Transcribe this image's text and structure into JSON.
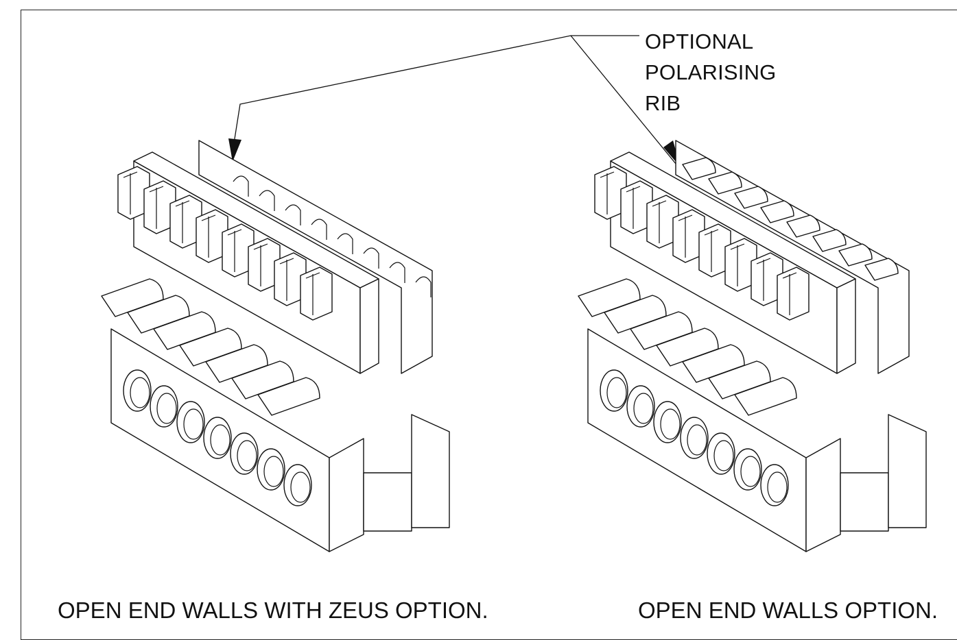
{
  "callout": {
    "lines": [
      "OPTIONAL",
      "POLARISING",
      "RIB"
    ]
  },
  "captions": {
    "left": "OPEN END WALLS WITH ZEUS OPTION.",
    "right": "OPEN END WALLS OPTION."
  },
  "colors": {
    "line": "#111111",
    "background": "#ffffff"
  },
  "connector": {
    "contact_count": 8
  }
}
